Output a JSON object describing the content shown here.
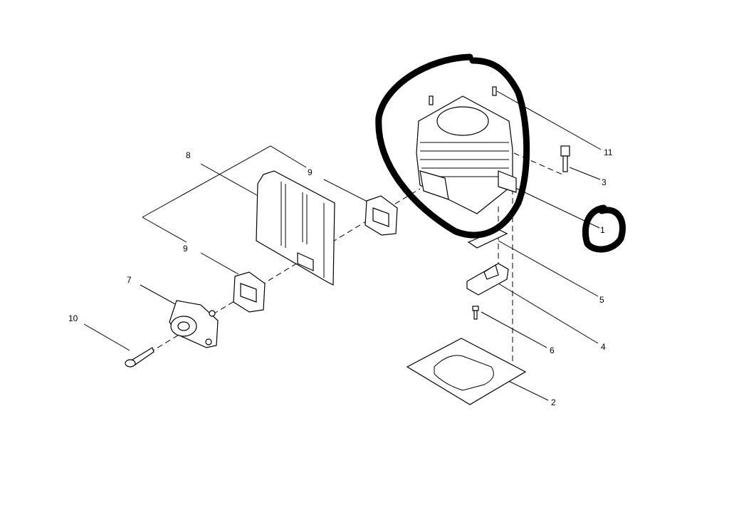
{
  "diagram": {
    "labels": {
      "part_8": "8",
      "part_9_upper": "9",
      "part_9_lower": "9",
      "part_7": "7",
      "part_10": "10",
      "part_11": "11",
      "part_3": "3",
      "part_1": "1",
      "part_5": "5",
      "part_4": "4",
      "part_6": "6",
      "part_2": "2"
    },
    "highlight_color": "#000000"
  }
}
